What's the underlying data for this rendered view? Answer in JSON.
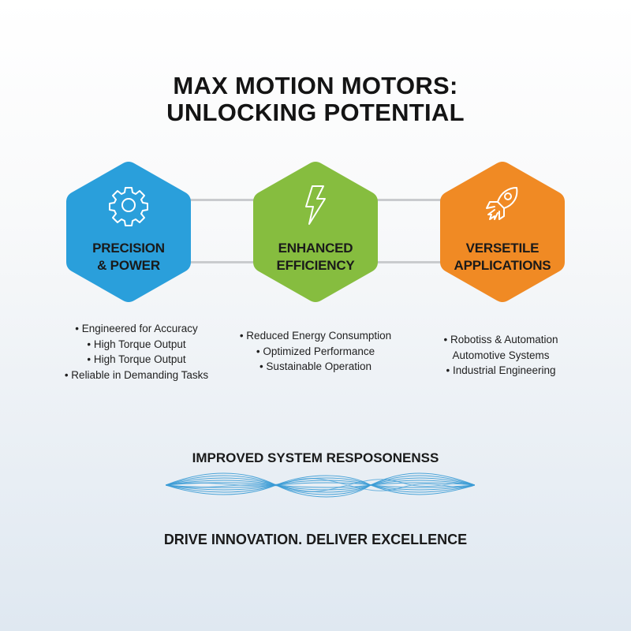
{
  "title": {
    "line1": "MAX MOTION MOTORS:",
    "line2": "UNLOCKING POTENTIAL"
  },
  "features": [
    {
      "icon": "gear-icon",
      "color": "#2a9fdb",
      "label_line1": "PRECISION",
      "label_line2": "& POWER",
      "bullets": [
        "• Engineered for Accuracy",
        "• High Torque Output",
        "• High Torque Output",
        "• Reliable in Demanding Tasks"
      ]
    },
    {
      "icon": "lightning-bolt-icon",
      "color": "#86bd3f",
      "label_line1": "ENHANCED",
      "label_line2": "EFFICIENCY",
      "bullets": [
        "• Reduced Energy Consumption",
        "• Optimized Performance",
        "• Sustainable Operation"
      ]
    },
    {
      "icon": "rocket-icon",
      "color": "#f08a24",
      "label_line1": "VERSETILE",
      "label_line2": "APPLICATIONS",
      "bullets": [
        "• Robotiss & Automation",
        "Automotive Systems",
        "• Industrial Engineering"
      ]
    }
  ],
  "responsiveness": {
    "heading": "IMPROVED SYSTEM RESPOSONENSS",
    "wave_color": "#3a9bd5"
  },
  "tagline": "DRIVE INNOVATION. DELIVER EXCELLENCE"
}
